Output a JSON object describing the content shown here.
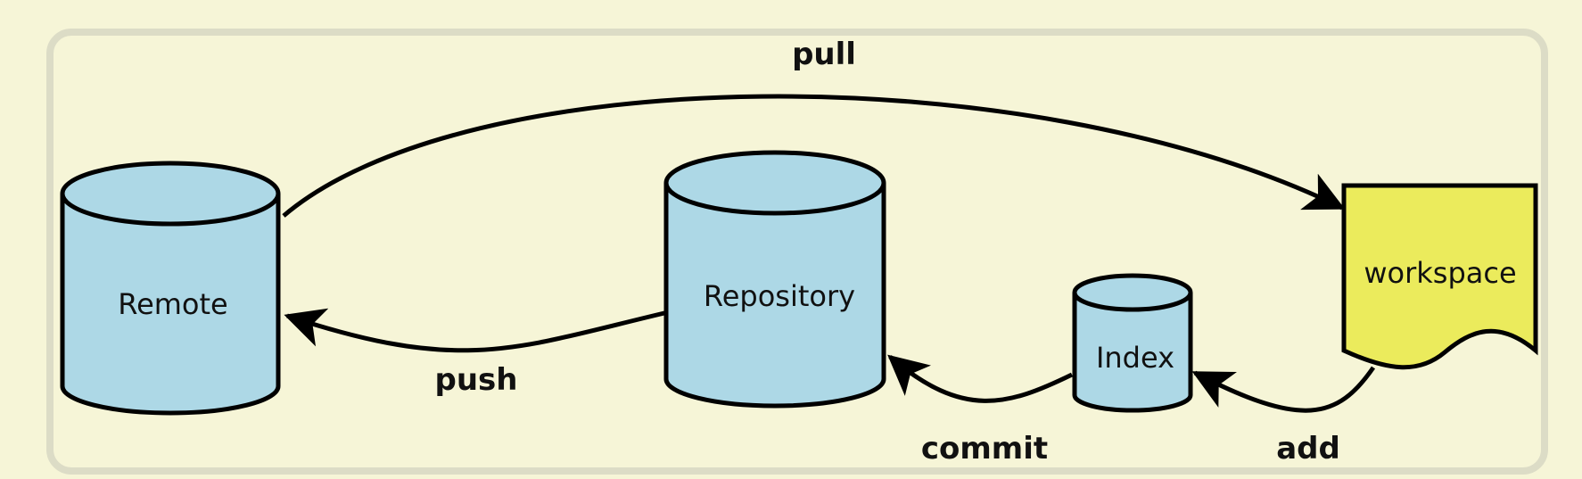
{
  "diagram": {
    "colors": {
      "background": "#f6f5d7",
      "frame": "#dcdcc6",
      "cylinder_fill": "#add8e6",
      "document_fill": "#ebeb5c",
      "stroke": "#000000"
    },
    "nodes": {
      "remote": {
        "label": "Remote",
        "shape": "cylinder"
      },
      "repository": {
        "label": "Repository",
        "shape": "cylinder"
      },
      "index": {
        "label": "Index",
        "shape": "cylinder"
      },
      "workspace": {
        "label": "workspace",
        "shape": "document"
      }
    },
    "edges": {
      "pull": {
        "label": "pull",
        "from": "Remote",
        "to": "workspace"
      },
      "push": {
        "label": "push",
        "from": "Repository",
        "to": "Remote"
      },
      "commit": {
        "label": "commit",
        "from": "Index",
        "to": "Repository"
      },
      "add": {
        "label": "add",
        "from": "workspace",
        "to": "Index"
      }
    }
  }
}
